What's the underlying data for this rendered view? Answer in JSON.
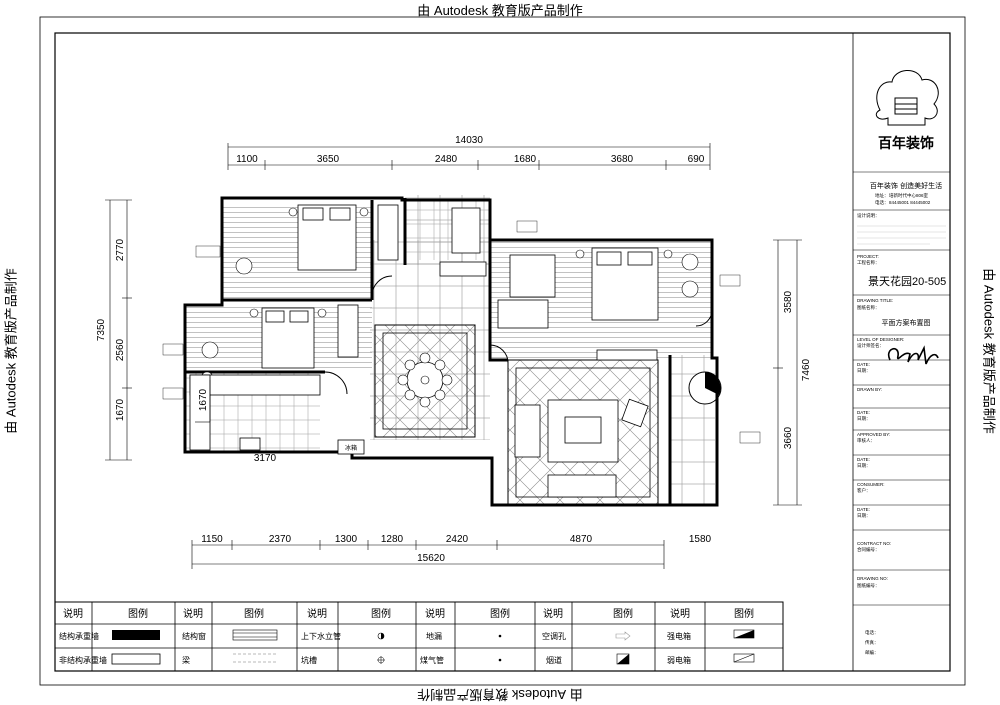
{
  "watermark": "由 Autodesk 教育版产品制作",
  "dimensions": {
    "top_total": "14030",
    "top_segments": [
      "1100",
      "3650",
      "2480",
      "1680",
      "3680",
      "690"
    ],
    "left_total": "7350",
    "left_segments": [
      "2770",
      "2560",
      "1670"
    ],
    "right_total": "7460",
    "right_segments": [
      "3580",
      "3660"
    ],
    "bottom_total": "15620",
    "bottom_segments": [
      "1150",
      "2370",
      "1300",
      "1280",
      "2420",
      "4870",
      "1580"
    ],
    "inner_width": "3170",
    "inner_height": "1670"
  },
  "room_labels": {
    "fridge": "冰箱"
  },
  "title_block": {
    "company": "百年装饰",
    "slogan": "百年装饰  创造美好生活",
    "address": "地址：",
    "address_value": "培新时代中心806室",
    "phone": "电话：",
    "phone_value": "84445001  84445002",
    "notes_header": "设计说明：",
    "project_en": "PROJECT:",
    "project_cn": "工程名称：",
    "project_name": "景天花园20-505",
    "drawing_title_en": "DRAWING TITLE:",
    "drawing_title_cn": "图纸名称：",
    "drawing_title": "平面方案布置图",
    "designer_en": "LEVEL OF DESIGNER:",
    "designer_cn": "设计师签名：",
    "date1_en": "DATE:",
    "date1_cn": "日期：",
    "drawn_en": "DRAWN BY:",
    "date2_en": "DATE:",
    "date2_cn": "日期：",
    "approved_en": "APPROVED BY:",
    "approved_cn": "审核人：",
    "date3_en": "DATE:",
    "date3_cn": "日期：",
    "consumer_en": "CONSUMER:",
    "consumer_cn": "客户：",
    "date4_en": "DATE:",
    "date4_cn": "日期：",
    "contract_en": "CONTRACT NO:",
    "contract_cn": "合同编号：",
    "drawing_no_en": "DRAWING NO:",
    "drawing_no_cn": "图纸编号：",
    "tel": "电话：",
    "fax": "传真：",
    "email": "邮编："
  },
  "legend": {
    "header_desc": "说明",
    "header_symbol": "图例",
    "items": [
      {
        "label": "结构承重墙",
        "symbol": "solid"
      },
      {
        "label": "非结构承重墙",
        "symbol": "hollow"
      },
      {
        "label": "结构窗",
        "symbol": "window"
      },
      {
        "label": "梁",
        "symbol": "beam"
      },
      {
        "label": "上下水立管",
        "symbol": "halfcircle"
      },
      {
        "label": "坑槽",
        "symbol": "crosscircle"
      },
      {
        "label": "地漏",
        "symbol": "dot"
      },
      {
        "label": "煤气管",
        "symbol": "dot"
      },
      {
        "label": "空调孔",
        "symbol": "arrow"
      },
      {
        "label": "烟道",
        "symbol": "flue"
      },
      {
        "label": "强电箱",
        "symbol": "strong"
      },
      {
        "label": "弱电箱",
        "symbol": "weak"
      }
    ]
  }
}
